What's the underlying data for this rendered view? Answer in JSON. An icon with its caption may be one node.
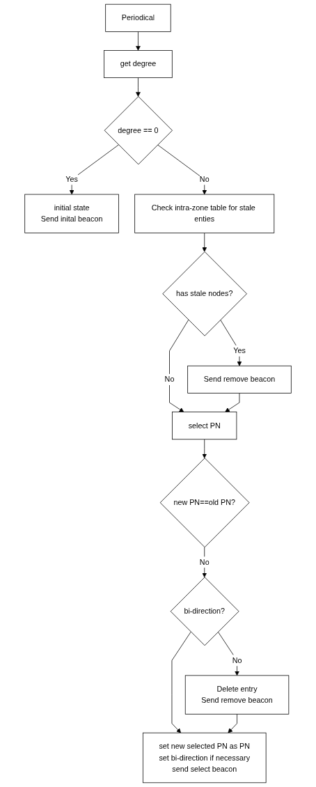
{
  "diagram": {
    "nodes": [
      {
        "text": [
          "Periodical"
        ]
      },
      {
        "text": [
          "get degree"
        ]
      },
      {
        "text": [
          "degree == 0"
        ]
      },
      {
        "text": [
          "initial state",
          "Send inital beacon"
        ]
      },
      {
        "text": [
          "Check intra-zone table for stale enties"
        ]
      },
      {
        "text": [
          "has stale nodes?"
        ]
      },
      {
        "text": [
          "Send remove beacon"
        ]
      },
      {
        "text": [
          "select PN"
        ]
      },
      {
        "text": [
          "new PN==old PN?"
        ]
      },
      {
        "text": [
          "bi-direction?"
        ]
      },
      {
        "text": [
          "Delete entry",
          "Send remove beacon"
        ]
      },
      {
        "text": [
          "set new selected PN as PN",
          "set bi-direction if necessary",
          "send select beacon"
        ]
      }
    ],
    "edges": [
      {
        "from": 0,
        "to": 1,
        "arrow": "to"
      },
      {
        "from": 1,
        "to": 2,
        "arrow": "to"
      },
      {
        "from": 2,
        "to": 3,
        "label": "Yes",
        "arrow": "to"
      },
      {
        "from": 2,
        "to": 4,
        "label": "No",
        "arrow": "to"
      },
      {
        "from": 4,
        "to": 5,
        "arrow": "to"
      },
      {
        "from": 5,
        "to": 6,
        "label": "Yes",
        "arrow": "to"
      },
      {
        "from": 5,
        "to": 7,
        "label": "No",
        "arrow": "to"
      },
      {
        "from": 6,
        "to": 7,
        "arrow": "to"
      },
      {
        "from": 7,
        "to": 8,
        "arrow": "to"
      },
      {
        "from": 8,
        "to": 9,
        "label": "No",
        "arrow": "to"
      },
      {
        "from": 9,
        "to": 10,
        "label": "No",
        "arrow": "to"
      },
      {
        "from": 9,
        "to": 11,
        "arrow": "to"
      },
      {
        "from": 10,
        "to": 11,
        "arrow": "to"
      }
    ]
  }
}
